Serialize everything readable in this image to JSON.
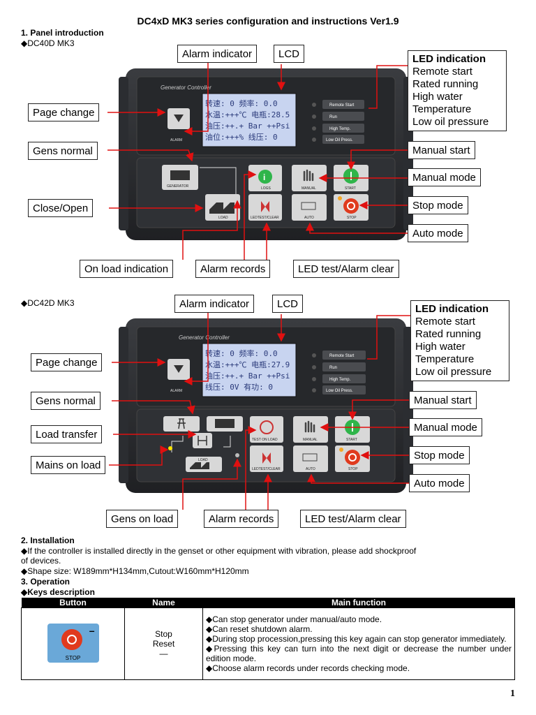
{
  "title": "DC4xD MK3 series configuration and instructions Ver1.9",
  "section1": {
    "heading": "1.  Panel introduction",
    "model1": "◆DC40D MK3",
    "model2": "◆DC42D MK3"
  },
  "panel1": {
    "callouts": {
      "alarm_indicator": "Alarm indicator",
      "lcd": "LCD",
      "page_change": "Page change",
      "gens_normal": "Gens normal",
      "close_open": "Close/Open",
      "on_load_indication": "On load indication",
      "alarm_records": "Alarm records",
      "led_test": "LED test/Alarm clear",
      "manual_start": "Manual start",
      "manual_mode": "Manual mode",
      "stop_mode": "Stop mode",
      "auto_mode": "Auto mode"
    },
    "led_indication": [
      "LED indication",
      "Remote start",
      "Rated running",
      "High water",
      "Temperature",
      "Low oil pressure"
    ],
    "controller_title": "Generator Controller",
    "lcd_lines": [
      "转速:   0 频率: 0.0",
      "水温:+++℃ 电瓶:28.5",
      "油压:++.+ Bar ++Psi",
      "油位:+++% 线压:   0"
    ],
    "led_labels": [
      "Remote Start",
      "Run",
      "High Temp.",
      "Low Oil Press."
    ],
    "button_labels": {
      "alarm": "ALARM",
      "generator": "GENERATOR",
      "load": "LOAD",
      "logs": "LOGS",
      "test": "LEDTEST/CLEAR",
      "manual": "MANUAL",
      "start": "START",
      "auto": "AUTO",
      "stop": "STOP"
    }
  },
  "panel2": {
    "callouts": {
      "alarm_indicator": "Alarm indicator",
      "lcd": "LCD",
      "page_change": "Page change",
      "gens_normal": "Gens normal",
      "load_transfer": "Load transfer",
      "mains_on_load": "Mains on load",
      "gens_on_load": "Gens on load",
      "alarm_records": "Alarm records",
      "led_test": "LED test/Alarm clear",
      "manual_start": "Manual start",
      "manual_mode": "Manual mode",
      "stop_mode": "Stop mode",
      "auto_mode": "Auto mode"
    },
    "led_indication": [
      "LED indication",
      "Remote start",
      "Rated running",
      "High water",
      "Temperature",
      "Low oil pressure"
    ],
    "controller_title": "Generator Controller",
    "lcd_lines": [
      "转速:   0 频率: 0.0",
      "水温:+++℃ 电瓶:27.9",
      "油压:++.+ Bar ++Psi",
      "线压:   0V 有功:   0"
    ],
    "led_labels": [
      "Remote Start",
      "Run",
      "High Temp.",
      "Low Oil Press."
    ],
    "button_labels": {
      "alarm": "ALARM",
      "load": "LOAD",
      "test_onload": "TEST ON LOAD",
      "test": "LEDTEST/CLEAR",
      "manual": "MANUAL",
      "start": "START",
      "auto": "AUTO",
      "stop": "STOP"
    }
  },
  "section2": {
    "heading": "2.  Installation",
    "line1": "◆If the controller is installed directly in the genset or other equipment with vibration, please add shockproof",
    "line2": "of devices.",
    "line3": "◆Shape size: W189mm*H134mm,Cutout:W160mm*H120mm"
  },
  "section3": {
    "heading": "3.  Operation",
    "subheading": "◆Keys description"
  },
  "keys_table": {
    "headers": [
      "Button",
      "Name",
      "Main function"
    ],
    "row": {
      "button_label": "STOP",
      "name_lines": [
        "Stop",
        "Reset",
        "—"
      ],
      "functions": [
        "◆Can stop generator under manual/auto mode.",
        "◆Can reset shutdown alarm.",
        "◆During stop procession,pressing this key again can stop generator immediately.",
        "◆Pressing this key can turn into the next digit or decrease the number under edition mode.",
        "◆Choose alarm records under records checking mode."
      ]
    }
  },
  "page_number": "1",
  "colors": {
    "arrow": "#e01010",
    "panel": "#2a2c30",
    "lcd": "#c8d4f0",
    "green": "#2fb54a",
    "stop_red": "#e03a1e"
  }
}
